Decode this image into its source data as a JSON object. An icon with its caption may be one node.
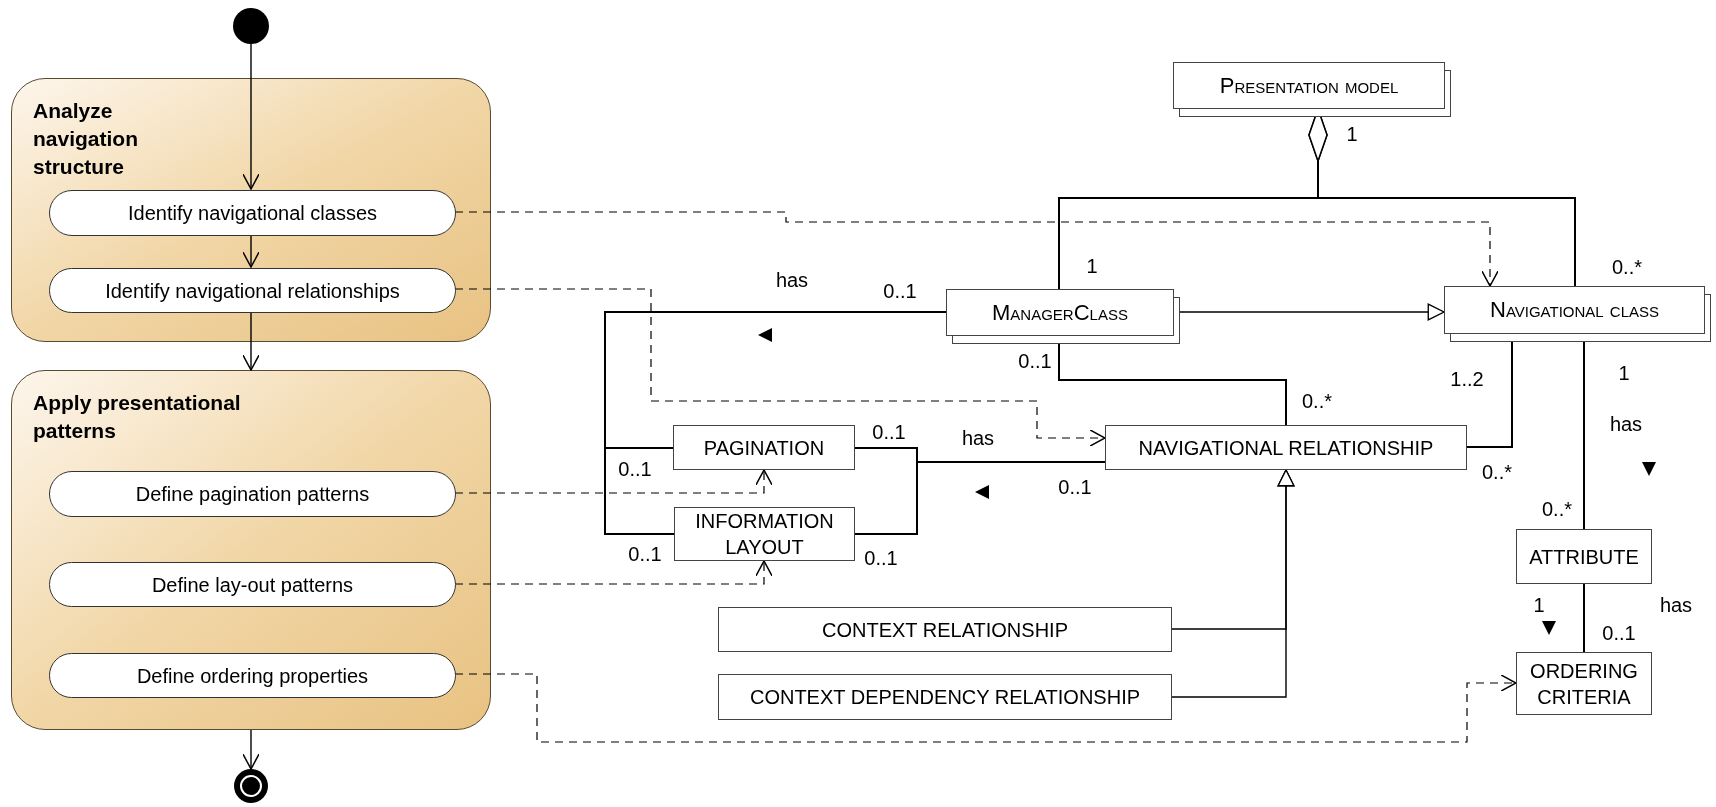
{
  "diagram": {
    "nodes": [
      {
        "text": [],
        "shape": "circle"
      },
      {
        "text": [
          "Analyze navigation structure"
        ]
      },
      {
        "text": [
          "Identify navigational classes"
        ],
        "in": 1
      },
      {
        "text": [
          "Identify navigational relationships"
        ],
        "in": 1
      },
      {
        "text": [
          "Apply presentational patterns"
        ]
      },
      {
        "text": [
          "Define pagination patterns"
        ],
        "in": 4
      },
      {
        "text": [
          "Define lay-out patterns"
        ],
        "in": 4
      },
      {
        "text": [
          "Define ordering properties"
        ],
        "in": 4
      },
      {
        "text": [],
        "shape": "circle"
      },
      {
        "text": [
          "Presentation model"
        ]
      },
      {
        "text": [
          "ManagerClass"
        ]
      },
      {
        "text": [
          "Navigational class"
        ]
      },
      {
        "text": [
          "PAGINATION"
        ]
      },
      {
        "text": [
          "NAVIGATIONAL RELATIONSHIP"
        ]
      },
      {
        "text": [
          "INFORMATION LAYOUT"
        ]
      },
      {
        "text": [
          "ATTRIBUTE"
        ]
      },
      {
        "text": [
          "CONTEXT RELATIONSHIP"
        ]
      },
      {
        "text": [
          "ORDERING CRITERIA"
        ]
      },
      {
        "text": [
          "CONTEXT DEPENDENCY RELATIONSHIP"
        ]
      }
    ],
    "edges": [
      {
        "from": 0,
        "to": 2,
        "arrow": "to"
      },
      {
        "from": 2,
        "to": 3,
        "arrow": "to"
      },
      {
        "from": 3,
        "to": 4,
        "arrow": "to"
      },
      {
        "from": 4,
        "to": 8,
        "arrow": "to"
      },
      {
        "from": 2,
        "to": 11,
        "arrow": "to",
        "style": "dashed"
      },
      {
        "from": 3,
        "to": 13,
        "arrow": "to",
        "style": "dashed"
      },
      {
        "from": 5,
        "to": 12,
        "arrow": "to",
        "style": "dashed"
      },
      {
        "from": 6,
        "to": 14,
        "arrow": "to",
        "style": "dashed"
      },
      {
        "from": 7,
        "to": 17,
        "arrow": "to",
        "style": "dashed"
      },
      {
        "from": 9,
        "to": 10,
        "arrow": "other"
      },
      {
        "from": 9,
        "to": 11,
        "arrow": "other"
      },
      {
        "from": 10,
        "to": 11,
        "arrow": "to"
      },
      {
        "from": 10,
        "to": 12,
        "arrow": "none"
      },
      {
        "from": 10,
        "to": 14,
        "arrow": "none"
      },
      {
        "from": 13,
        "to": 12,
        "arrow": "none"
      },
      {
        "from": 13,
        "to": 14,
        "arrow": "none"
      },
      {
        "from": 10,
        "to": 13,
        "arrow": "none"
      },
      {
        "from": 11,
        "to": 13,
        "arrow": "none"
      },
      {
        "from": 11,
        "to": 15,
        "arrow": "none"
      },
      {
        "from": 15,
        "to": 17,
        "arrow": "none"
      },
      {
        "from": 16,
        "to": 13,
        "arrow": "to"
      },
      {
        "from": 18,
        "to": 13,
        "arrow": "to"
      }
    ],
    "labels": [
      "1",
      "1",
      "0..*",
      "has",
      "0..1",
      "0..1",
      "0..*",
      "1..2",
      "1",
      "has",
      "0..1",
      "has",
      "0..1",
      "0..1",
      "0..*",
      "0..*",
      "0..1",
      "0..1",
      "1",
      "has",
      "0..1"
    ]
  }
}
